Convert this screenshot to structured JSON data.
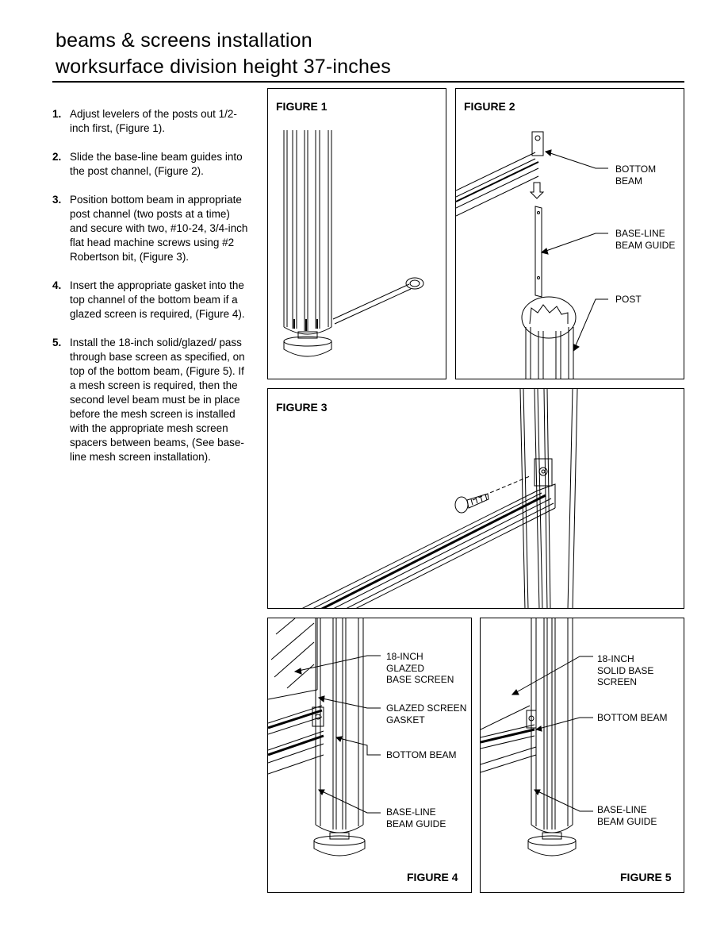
{
  "header": {
    "title_line1": "beams & screens installation",
    "title_line2": "worksurface division height 37-inches"
  },
  "steps": [
    {
      "num": "1.",
      "text": "Adjust levelers of the posts out 1/2-inch first, (Figure 1)."
    },
    {
      "num": "2.",
      "text": "Slide the base-line beam guides into the post channel, (Figure 2)."
    },
    {
      "num": "3.",
      "text": "Position bottom beam in appropriate post channel (two posts at a time) and secure with two, #10-24, 3/4-inch flat head machine screws using #2 Robertson bit, (Figure 3)."
    },
    {
      "num": "4.",
      "text": "Insert the appropriate gasket into the top channel of the bottom beam if a glazed screen is required, (Figure 4)."
    },
    {
      "num": "5.",
      "text": "Install the 18-inch solid/glazed/ pass through base screen as specified, on top of the bottom beam, (Figure 5). If a mesh screen is required, then the second level beam must be in place before the mesh screen is installed with the appropriate mesh screen spacers between beams, (See base-line mesh screen installation)."
    }
  ],
  "figures": {
    "fig1": {
      "label": "FIGURE 1"
    },
    "fig2": {
      "label": "FIGURE 2",
      "callouts": {
        "bottom_beam": "BOTTOM\nBEAM",
        "guide": "BASE-LINE\nBEAM GUIDE",
        "post": "POST"
      }
    },
    "fig3": {
      "label": "FIGURE 3"
    },
    "fig4": {
      "label": "FIGURE 4",
      "callouts": {
        "screen": "18-INCH\nGLAZED\nBASE SCREEN",
        "gasket": "GLAZED SCREEN\nGASKET",
        "beam": "BOTTOM BEAM",
        "guide": "BASE-LINE\nBEAM GUIDE"
      }
    },
    "fig5": {
      "label": "FIGURE 5",
      "callouts": {
        "screen": "18-INCH\nSOLID BASE\nSCREEN",
        "beam": "BOTTOM BEAM",
        "guide": "BASE-LINE\nBEAM GUIDE"
      }
    }
  },
  "colors": {
    "ink": "#000000",
    "paper": "#ffffff"
  }
}
